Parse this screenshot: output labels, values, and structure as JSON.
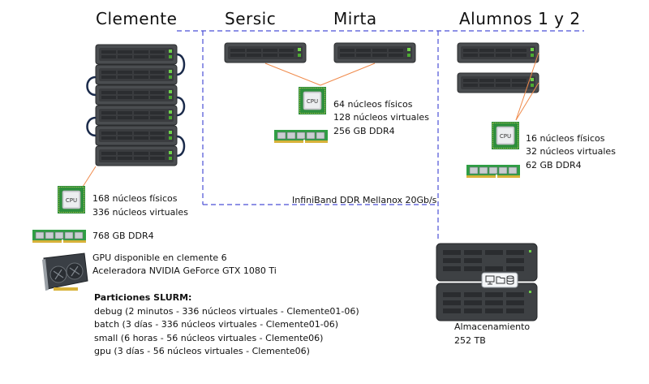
{
  "groups": {
    "clemente": "Clemente",
    "sersic": "Sersic",
    "mirta": "Mirta",
    "alumnos": "Alumnos 1 y 2"
  },
  "clemente": {
    "cpu_label": "CPU",
    "cores_physical": "168 núcleos físicos",
    "cores_virtual": "336 núcleos virtuales",
    "ram": "768 GB DDR4",
    "gpu_line1": "GPU disponible en clemente 6",
    "gpu_line2": "Aceleradora NVIDIA GeForce GTX 1080 Ti"
  },
  "sersic_mirta": {
    "cpu_label": "CPU",
    "cores_physical": "64 núcleos físicos",
    "cores_virtual": "128 núcleos virtuales",
    "ram": "256 GB DDR4"
  },
  "alumnos": {
    "cpu_label": "CPU",
    "cores_physical": "16 núcleos físicos",
    "cores_virtual": "32 núcleos virtuales",
    "ram": "62 GB DDR4"
  },
  "network": {
    "label": "InfiniBand DDR Mellanox 20Gb/s"
  },
  "storage": {
    "title": "Almacenamiento",
    "size": "252 TB"
  },
  "slurm": {
    "heading": "Particiones SLURM:",
    "partitions": [
      "debug (2 minutos - 336 núcleos virtuales - Clemente01-06)",
      "batch (3 días - 336 núcleos virtuales - Clemente01-06)",
      "small (6 horas - 56 núcleos virtuales - Clemente06)",
      "gpu (3 días - 56 núcleos virtuales - Clemente06)"
    ]
  },
  "colors": {
    "server_body": "#4a4d50",
    "server_dark": "#2f3134",
    "server_led": "#6fd34a",
    "network_line": "#4b4fd6",
    "link_line": "#f08a4b",
    "cable": "#1a2a4a",
    "ram_board": "#2f9e44",
    "cpu_green": "#2d8f3c"
  }
}
